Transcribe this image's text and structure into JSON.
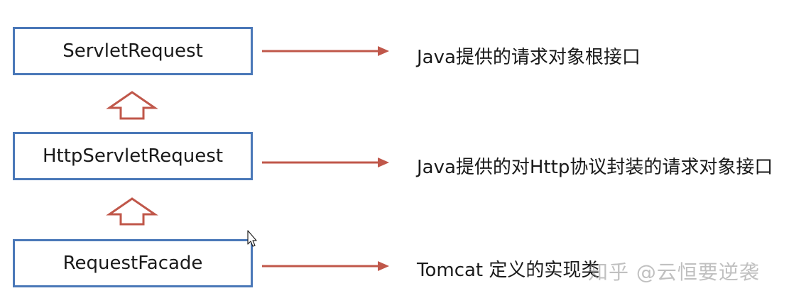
{
  "boxes": [
    {
      "label": "ServletRequest"
    },
    {
      "label": "HttpServletRequest"
    },
    {
      "label": "RequestFacade"
    }
  ],
  "descriptions": [
    {
      "text": "Java提供的请求对象根接口"
    },
    {
      "text": "Java提供的对Http协议封装的请求对象接口"
    },
    {
      "text": "Tomcat 定义的实现类"
    }
  ],
  "watermark": "知乎 @云恒要逆袭",
  "colors": {
    "box_border": "#4a78b8",
    "arrow": "#c0574a",
    "text": "#1a1a1a"
  }
}
